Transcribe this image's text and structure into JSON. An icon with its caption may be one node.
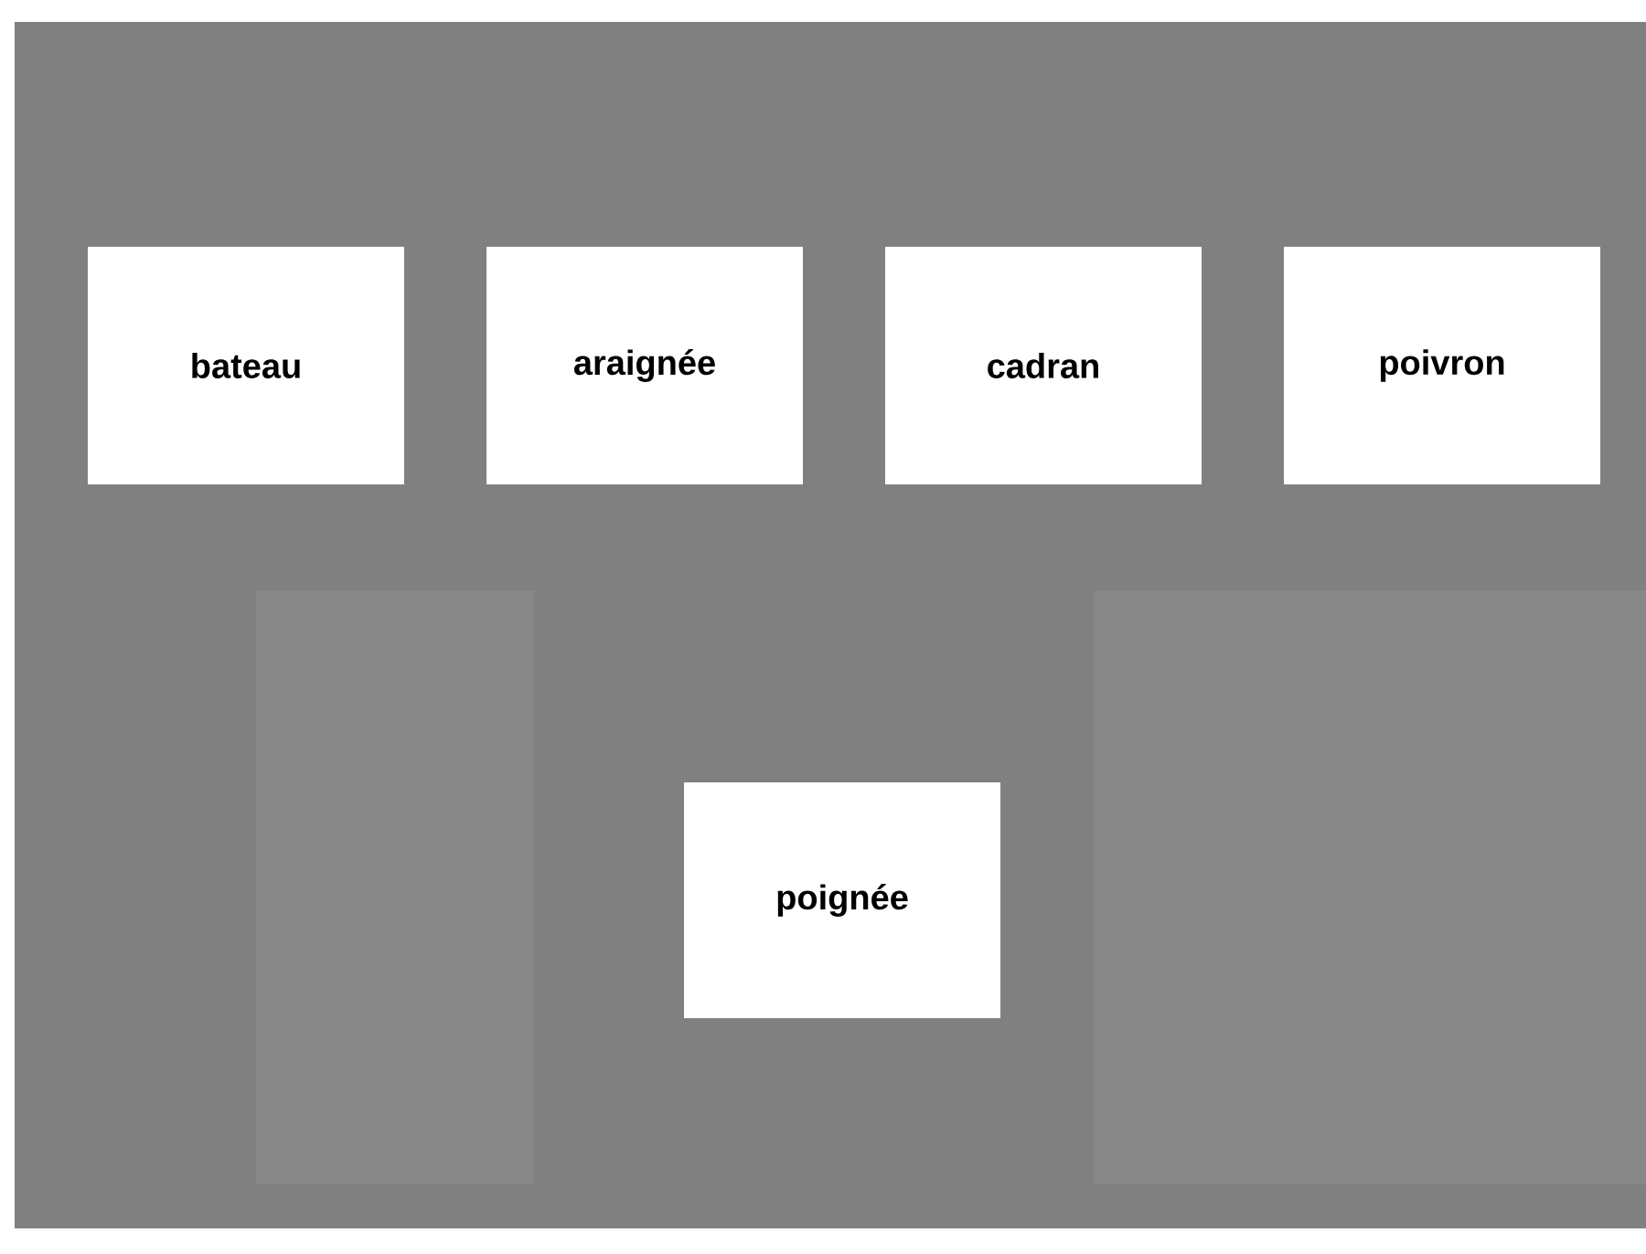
{
  "diagram": {
    "nodes": [
      {
        "text": [
          "bateau"
        ]
      },
      {
        "text": [
          "araignée"
        ]
      },
      {
        "text": [
          "cadran"
        ]
      },
      {
        "text": [
          "poivron"
        ]
      },
      {
        "text": [
          "poignée"
        ]
      }
    ]
  }
}
